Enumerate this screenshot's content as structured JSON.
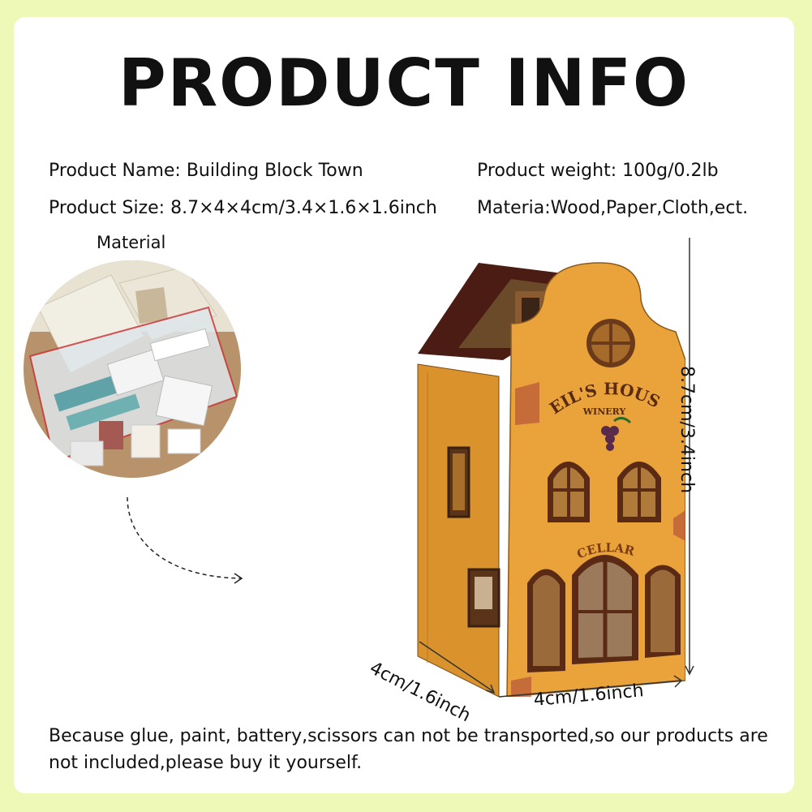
{
  "title": "PRODUCT INFO",
  "specs": {
    "name_label": "Product Name:",
    "name_value": "Building Block Town",
    "size_label": "Product Size:",
    "size_value": "8.7×4×4cm/3.4×1.6×1.6inch",
    "weight_label": "Product weight:",
    "weight_value": "100g/0.2lb",
    "material": "Materia:Wood,Paper,Cloth,ect."
  },
  "material_label": "Material",
  "house_sign": {
    "line1": "NEIL'S HOUSE",
    "line2": "WINERY",
    "cellar": "CELLAR"
  },
  "dimensions": {
    "height": "8.7cm/3.4inch",
    "depth": "4cm/1.6inch",
    "width": "4cm/1.6inch"
  },
  "note": "Because glue, paint, battery,scissors can not be transported,so our products are not included,please buy it yourself.",
  "colors": {
    "background": "#eef9b8",
    "house_front": "#e9a33a",
    "house_side": "#d9922c",
    "roof": "#4a1c14"
  }
}
